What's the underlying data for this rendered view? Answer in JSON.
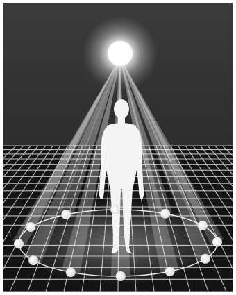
{
  "scene": {
    "subject": "human-silhouette",
    "light_source": "glowing-orb",
    "floor": "perspective-grid",
    "orbs_on_ring": 12
  },
  "colors": {
    "background_top": "#3a3a3a",
    "background_bottom": "#1f1f1f",
    "grid_floor": "#111111",
    "grid_lines": "#bfbfbf",
    "light": "#ffffff",
    "silhouette": "#f2f2f2"
  }
}
